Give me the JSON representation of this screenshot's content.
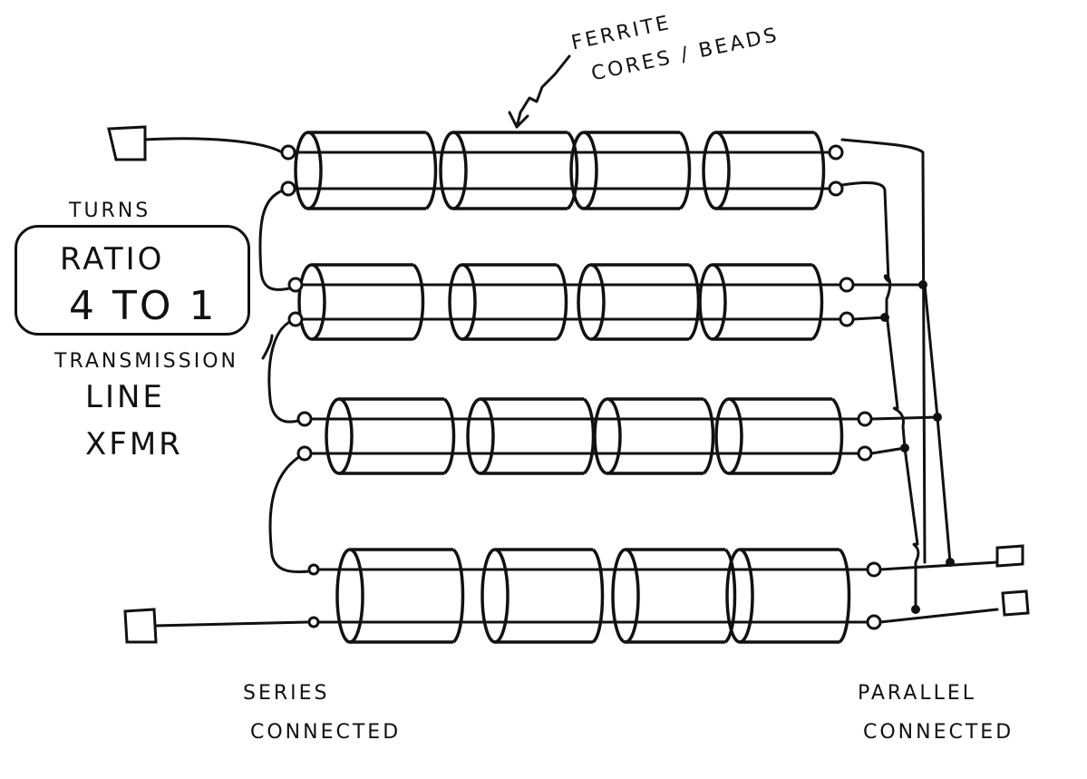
{
  "labels": {
    "ferrite_line1": "FERRITE",
    "ferrite_line2": "CORES / BEADS",
    "turns": "TURNS",
    "ratio": "RATIO",
    "ratio_value": "4 TO 1",
    "transmission": "TRANSMISSION",
    "line": "LINE",
    "xfmr": "XFMR",
    "series": "SERIES",
    "series_connected": "CONNECTED",
    "parallel": "PARALLEL",
    "parallel_connected": "CONNECTED"
  },
  "structure": {
    "transmission_lines": 4,
    "cores_per_line": 4
  },
  "colors": {
    "ink": "#111111",
    "paper": "#ffffff"
  }
}
